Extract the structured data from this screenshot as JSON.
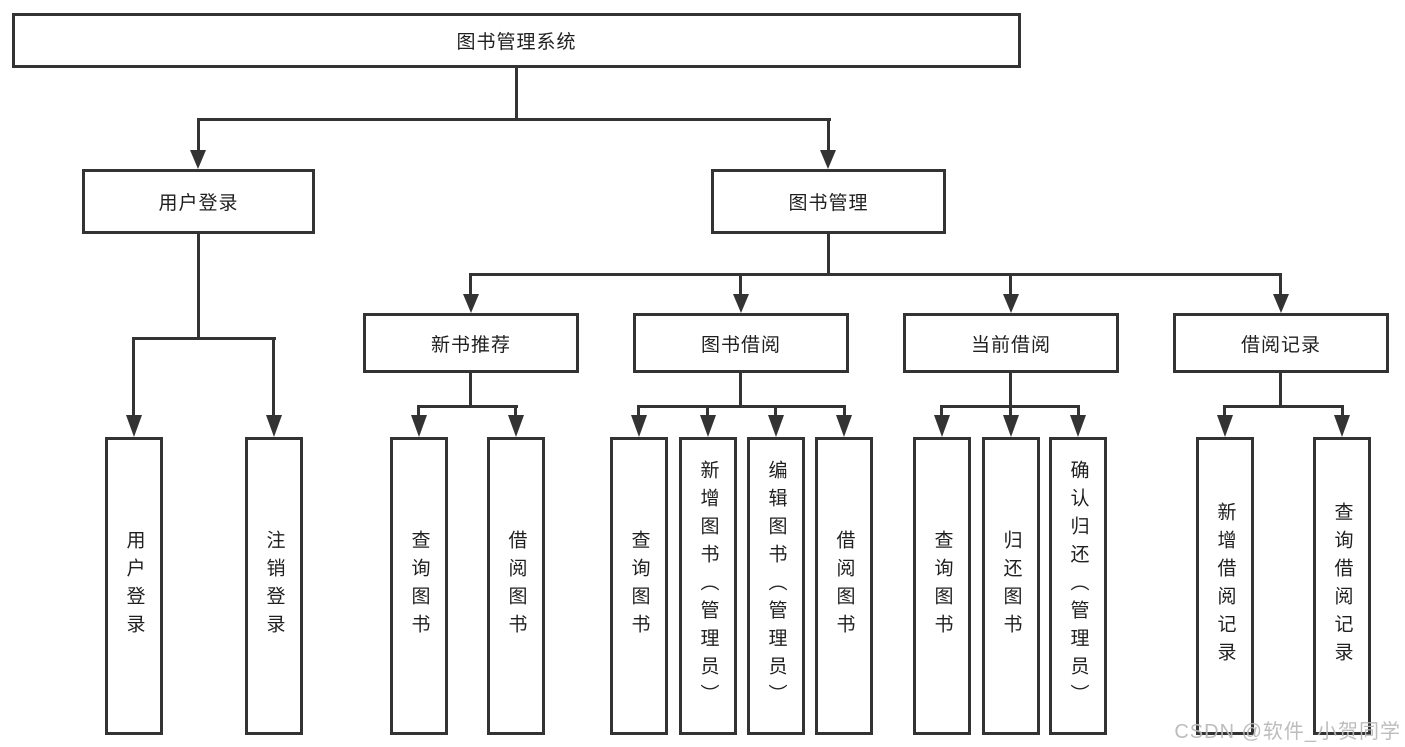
{
  "diagram_title": "图书管理系统",
  "colors": {
    "line": "#333333",
    "text": "#1f1f1f",
    "background": "#ffffff",
    "watermark": "#b9b9b9"
  },
  "nodes": {
    "root": "图书管理系统",
    "user_login": "用户登录",
    "book_management": "图书管理",
    "new_book_recommend": "新书推荐",
    "book_borrowing": "图书借阅",
    "current_borrowing": "当前借阅",
    "borrowing_records": "借阅记录",
    "leaf_user_login": "用户登录",
    "leaf_logout_login": "注销登录",
    "leaf_query_books_a": "查询图书",
    "leaf_borrow_books_a": "借阅图书",
    "leaf_query_books_b": "查询图书",
    "leaf_add_books_admin": "新增图书（管理员）",
    "leaf_edit_books_admin": "编辑图书（管理员）",
    "leaf_borrow_books_b": "借阅图书",
    "leaf_query_books_c": "查询图书",
    "leaf_return_books": "归还图书",
    "leaf_confirm_return_admin": "确认归还（管理员）",
    "leaf_add_borrow_record": "新增借阅记录",
    "leaf_query_borrow_record": "查询借阅记录"
  },
  "watermark": "CSDN @软件_小贺同学"
}
